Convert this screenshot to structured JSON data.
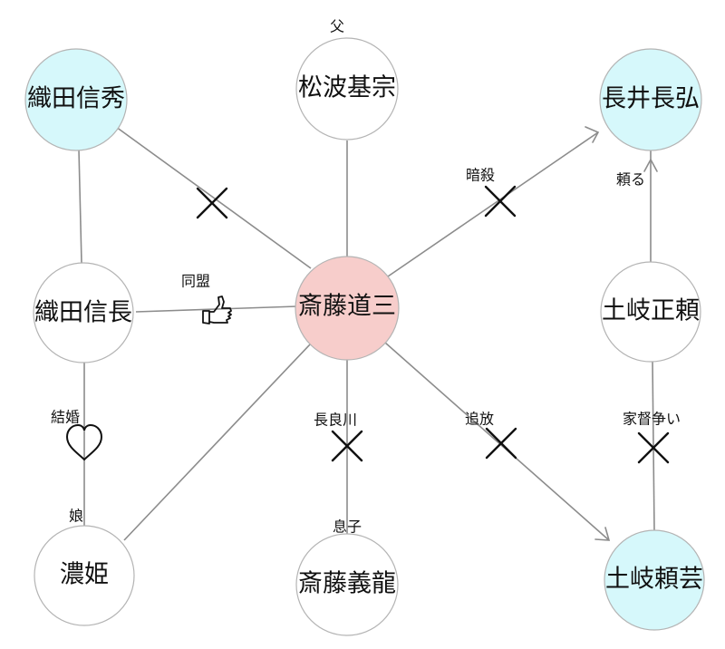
{
  "nodes": {
    "saito_dosan": {
      "label": "斎藤道三",
      "fill": "#f7cdcb"
    },
    "matsunami_motomune": {
      "label": "松波基宗",
      "fill": "#ffffff"
    },
    "oda_nobuhide": {
      "label": "織田信秀",
      "fill": "#d6f8fb"
    },
    "nagai_nagahiro": {
      "label": "長井長弘",
      "fill": "#d6f8fb"
    },
    "oda_nobunaga": {
      "label": "織田信長",
      "fill": "#ffffff"
    },
    "toki_masayori": {
      "label": "土岐正頼",
      "fill": "#ffffff"
    },
    "nohime": {
      "label": "濃姫",
      "fill": "#ffffff"
    },
    "saito_yoshitatsu": {
      "label": "斎藤義龍",
      "fill": "#ffffff"
    },
    "toki_yorinari": {
      "label": "土岐頼芸",
      "fill": "#d6f8fb"
    }
  },
  "relation_labels": {
    "father": "父",
    "daughter": "娘",
    "son": "息子"
  },
  "edge_labels": {
    "alliance": "同盟",
    "assassination": "暗殺",
    "rely": "頼る",
    "marriage": "結婚",
    "nagaragawa": "長良川",
    "exile": "追放",
    "succession_dispute": "家督争い"
  },
  "colors": {
    "edge": "#8c8c8c",
    "node_stroke": "#b4b4b4",
    "marker": "#111111"
  }
}
